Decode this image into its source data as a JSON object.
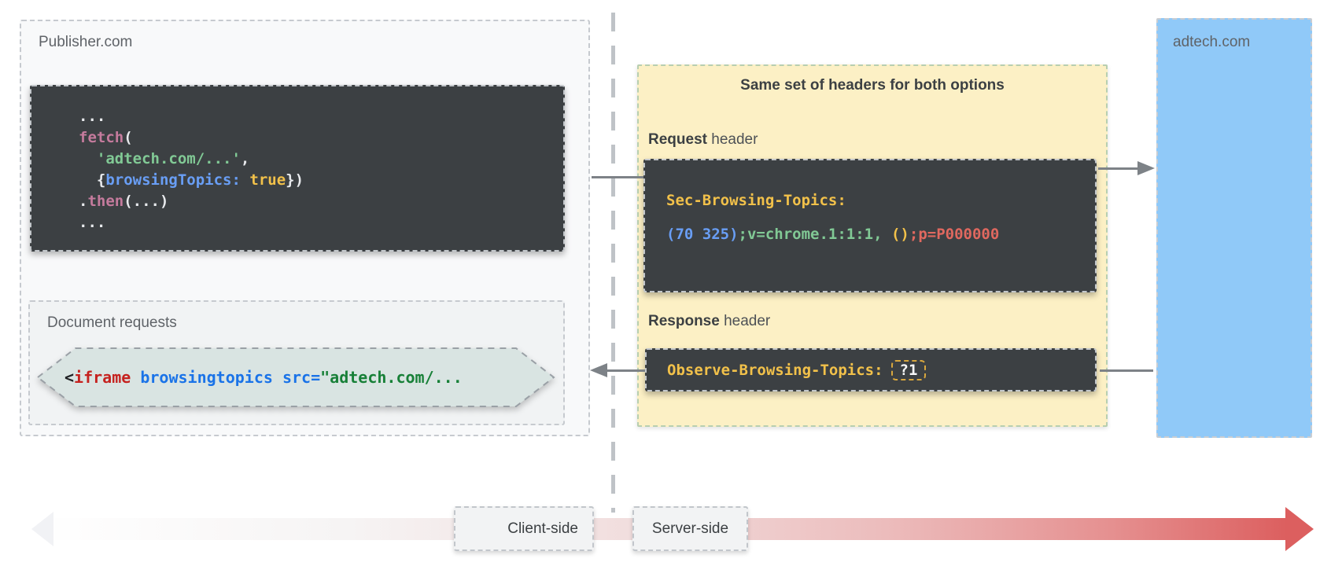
{
  "publisher": {
    "title": "Publisher.com",
    "fetch_code": {
      "l1": "...",
      "l2_fn": "fetch",
      "l2_paren": "(",
      "l3_str": "'adtech.com/...'",
      "l3_comma": ",",
      "l4_open": "{",
      "l4_prop": "browsingTopics",
      "l4_colon": ": ",
      "l4_val": "true",
      "l4_close": "})",
      "l5_dot": ".",
      "l5_fn": "then",
      "l5_args": "(...)",
      "l6": "..."
    },
    "doc_requests": {
      "title": "Document requests",
      "code": {
        "lt": "<",
        "tag": "iframe",
        "sp1": " ",
        "attr": "browsingtopics",
        "sp2": " ",
        "src": "src=",
        "url": "\"adtech.com/..."
      }
    }
  },
  "headers_panel": {
    "title": "Same set of headers for both options",
    "request": {
      "label_bold": "Request",
      "label_rest": " header",
      "name": "Sec-Browsing-Topics:",
      "value_topics": "(70 325)",
      "value_version": ";v=chrome.1:1:1,",
      "value_empty": " ()",
      "value_padding": ";p=P000000"
    },
    "response": {
      "label_bold": "Response",
      "label_rest": " header",
      "name": "Observe-Browsing-Topics:",
      "value": "?1"
    }
  },
  "adtech": {
    "title": "adtech.com"
  },
  "timeline": {
    "client_label": "Client-side",
    "server_label": "Server-side"
  },
  "colors": {
    "code_block_bg": "#3c4043",
    "code_gold": "#f2c14a",
    "code_green": "#81c995",
    "code_blue": "#699ef5",
    "code_pink": "#c57b9d",
    "code_red": "#e0685f",
    "iframe_tag_red": "#c5221f",
    "iframe_attr_blue": "#1a73e8",
    "iframe_url_green": "#188038",
    "headers_panel_bg": "#fcf0c5",
    "adtech_panel_bg": "#90c9f8",
    "timeline_red": "#dc5f5f",
    "connector_gray": "#7d8287"
  }
}
